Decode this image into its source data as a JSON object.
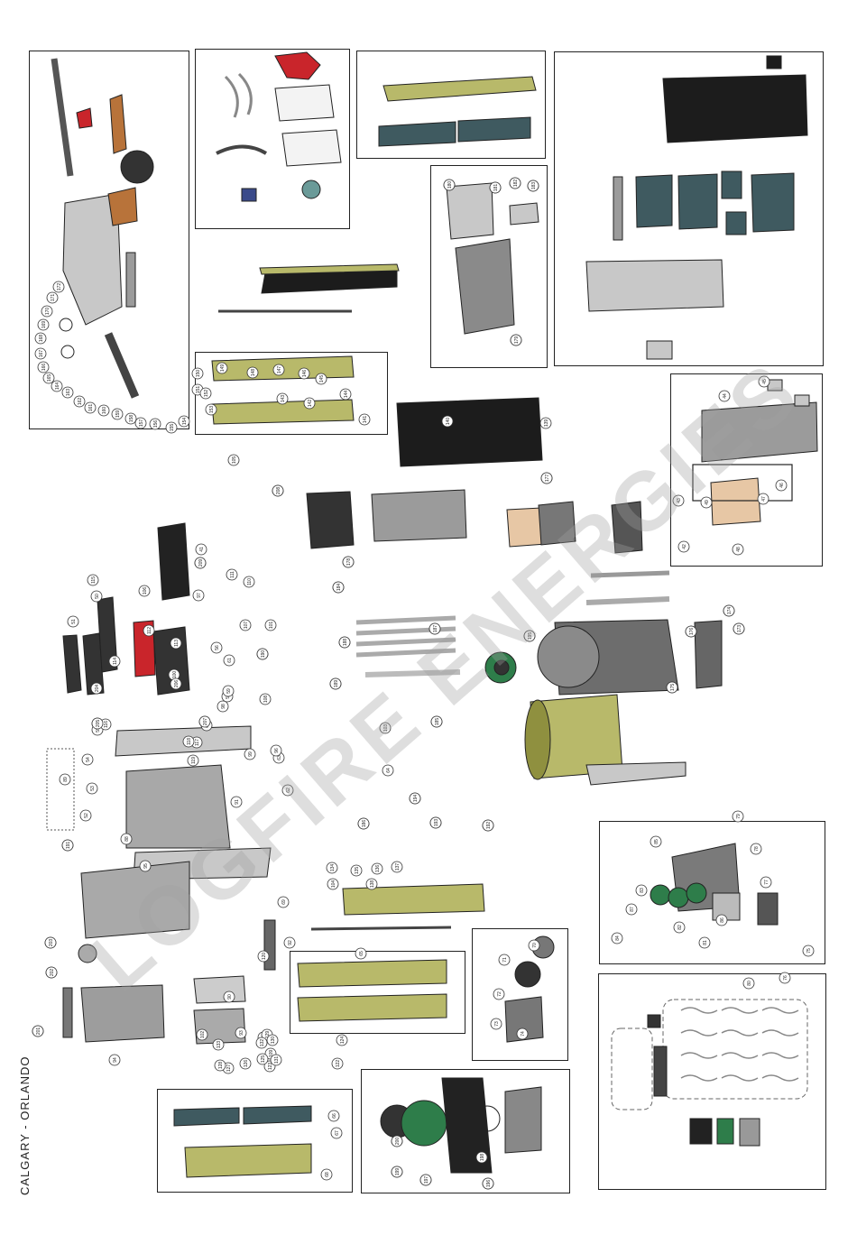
{
  "side_label": "CALGARY - ORLANDO",
  "watermark": "LOGFIRE ENERGIES",
  "colors": {
    "outline": "#222222",
    "olive": "#b8b96a",
    "olive_dark": "#8f903f",
    "teal": "#3f5a60",
    "dark": "#1c1c1c",
    "grey": "#9b9b9b",
    "grey_light": "#c8c8c8",
    "red": "#c9252b",
    "copper": "#b8733a",
    "green": "#2e7d4a",
    "tan": "#e7c7a5"
  },
  "callouts": [
    "1",
    "2",
    "3",
    "4",
    "5",
    "7",
    "9",
    "10",
    "11",
    "12",
    "13",
    "15",
    "16",
    "17",
    "18",
    "19",
    "20",
    "21",
    "22",
    "23",
    "24",
    "25",
    "26",
    "27",
    "28",
    "29",
    "30",
    "31",
    "32",
    "33",
    "34",
    "35",
    "36",
    "37",
    "38",
    "39",
    "40",
    "41",
    "42",
    "43",
    "44",
    "45",
    "46",
    "47",
    "48",
    "49",
    "50",
    "51",
    "52",
    "53",
    "54",
    "55",
    "56",
    "57",
    "59",
    "60",
    "61",
    "62",
    "63",
    "64",
    "65",
    "66",
    "67",
    "68",
    "69",
    "70",
    "71",
    "72",
    "73",
    "74",
    "75",
    "76",
    "77",
    "78",
    "79",
    "80",
    "81",
    "82",
    "83",
    "84",
    "85",
    "86",
    "87",
    "88",
    "89",
    "90",
    "91",
    "92",
    "93",
    "94",
    "95",
    "96",
    "97",
    "98",
    "99",
    "100",
    "101",
    "102",
    "103",
    "104",
    "105",
    "106",
    "107",
    "108",
    "109",
    "110",
    "111",
    "112",
    "113",
    "114",
    "115",
    "116",
    "117",
    "118",
    "119",
    "120",
    "121",
    "122",
    "123",
    "124",
    "125",
    "126",
    "127",
    "128",
    "129",
    "130",
    "131",
    "132",
    "133",
    "134",
    "135",
    "136",
    "137",
    "138",
    "139",
    "140",
    "141",
    "142",
    "143",
    "144",
    "145",
    "146",
    "147",
    "148",
    "149",
    "150",
    "151",
    "152",
    "153",
    "154",
    "155",
    "156",
    "157",
    "158",
    "159",
    "160",
    "161",
    "162",
    "163",
    "164",
    "165",
    "166",
    "167",
    "168",
    "169",
    "170",
    "171",
    "172",
    "173",
    "174",
    "175",
    "176",
    "177",
    "178",
    "179",
    "180",
    "181",
    "182",
    "183",
    "184",
    "185",
    "186",
    "187",
    "188",
    "189",
    "190",
    "191",
    "192",
    "193",
    "194",
    "195",
    "196",
    "197",
    "198",
    "199",
    "200",
    "201",
    "202",
    "203",
    "204",
    "205",
    "206",
    "207",
    "208",
    "209"
  ]
}
